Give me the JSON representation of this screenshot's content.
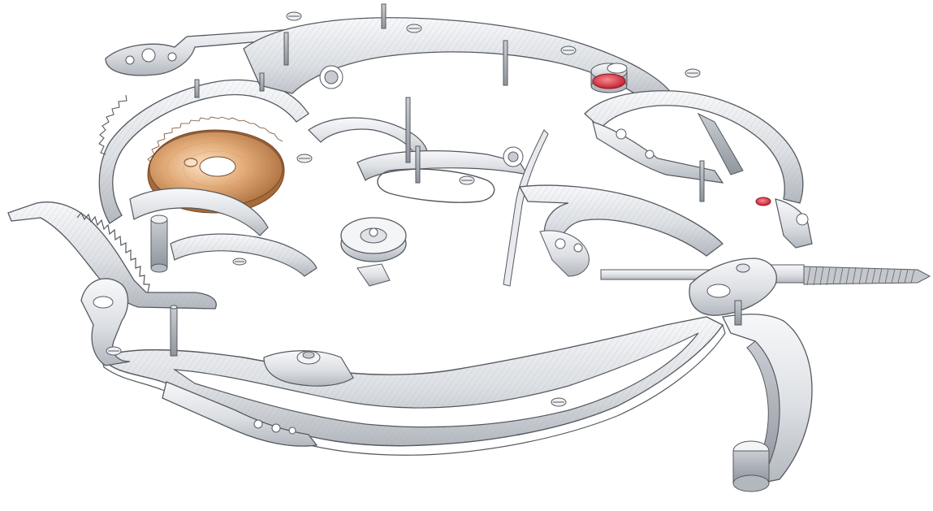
{
  "colors": {
    "background": "#ffffff",
    "steel_light": "#f2f3f5",
    "steel_mid": "#d4d7dc",
    "steel_dark": "#9aa0a8",
    "outline": "#55595f",
    "gold_light": "#f1c9a0",
    "gold_dark": "#b9814e",
    "ruby": "#d9323f",
    "ruby_light": "#f26a74"
  },
  "components": [
    {
      "id": "mainplate-frame",
      "kind": "plate"
    },
    {
      "id": "rack-lever",
      "kind": "lever"
    },
    {
      "id": "gold-ratchet-wheel",
      "kind": "wheel"
    },
    {
      "id": "ruby-jewel",
      "kind": "jewel"
    },
    {
      "id": "winding-stem-screw",
      "kind": "screw"
    },
    {
      "id": "yoke-arm",
      "kind": "lever"
    },
    {
      "id": "wire-spring",
      "kind": "spring"
    }
  ]
}
